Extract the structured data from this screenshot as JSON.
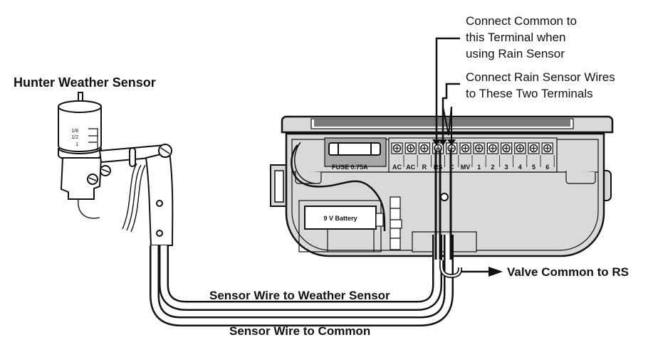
{
  "title": "Hunter Controller Rain Sensor Wiring Diagram",
  "labels": {
    "sensor_title": "Hunter Weather Sensor",
    "callout_common_lines": [
      "Connect Common to",
      "this Terminal when",
      "using Rain Sensor"
    ],
    "callout_rs_lines": [
      "Connect Rain Sensor Wires",
      "to These Two Terminals"
    ],
    "valve_common": "Valve Common to RS",
    "wire_weather": "Sensor Wire to Weather Sensor",
    "wire_common": "Sensor Wire to Common",
    "fuse": "FUSE 0.75A",
    "battery": "9 V Battery"
  },
  "sensor_dial": [
    "1/8",
    "1/2",
    "1"
  ],
  "terminals": [
    "AC",
    "AC",
    "R",
    "RS",
    "C",
    "MV",
    "1",
    "2",
    "3",
    "4",
    "5",
    "6"
  ],
  "colors": {
    "line": "#111111",
    "body": "#d9d9d9",
    "slot": "#7a7a7a",
    "fuse_panel": "#a8a8a8",
    "white": "#ffffff"
  }
}
